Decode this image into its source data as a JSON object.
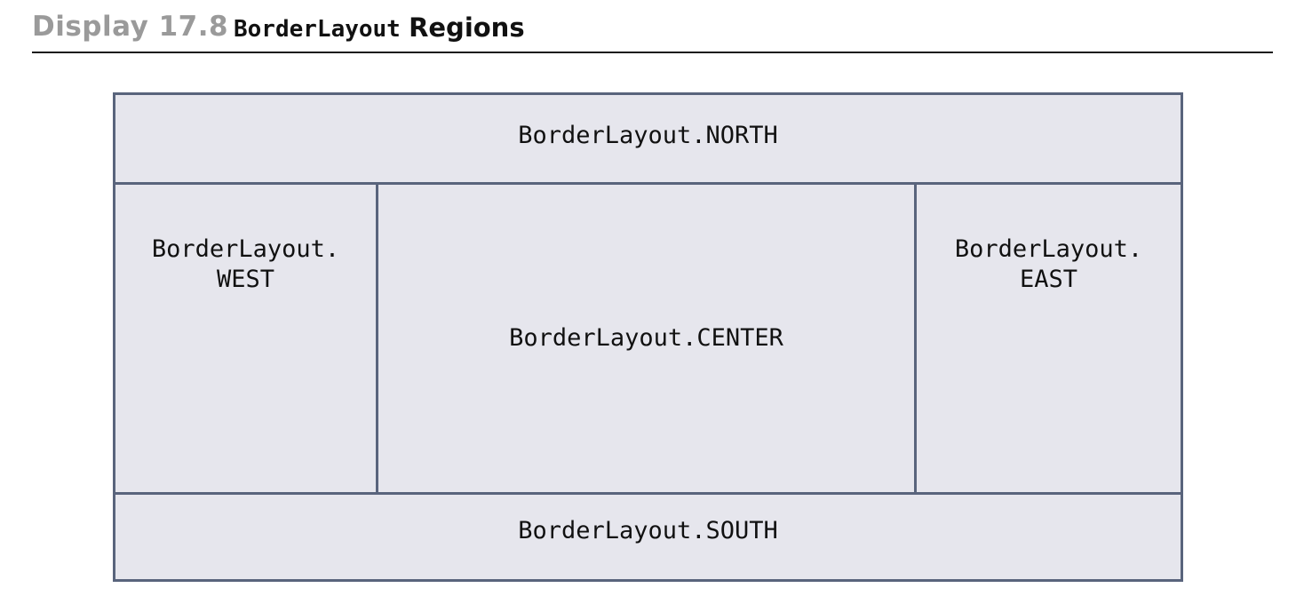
{
  "header": {
    "display_number": "Display 17.8",
    "title_code": "BorderLayout",
    "title_rest": "Regions"
  },
  "regions": {
    "north": "BorderLayout.NORTH",
    "west_line1": "BorderLayout.",
    "west_line2": "WEST",
    "center": "BorderLayout.CENTER",
    "east_line1": "BorderLayout.",
    "east_line2": "EAST",
    "south": "BorderLayout.SOUTH"
  },
  "colors": {
    "region_fill": "#e6e6ed",
    "region_border": "#59647c",
    "display_label": "#9a9a9a"
  }
}
